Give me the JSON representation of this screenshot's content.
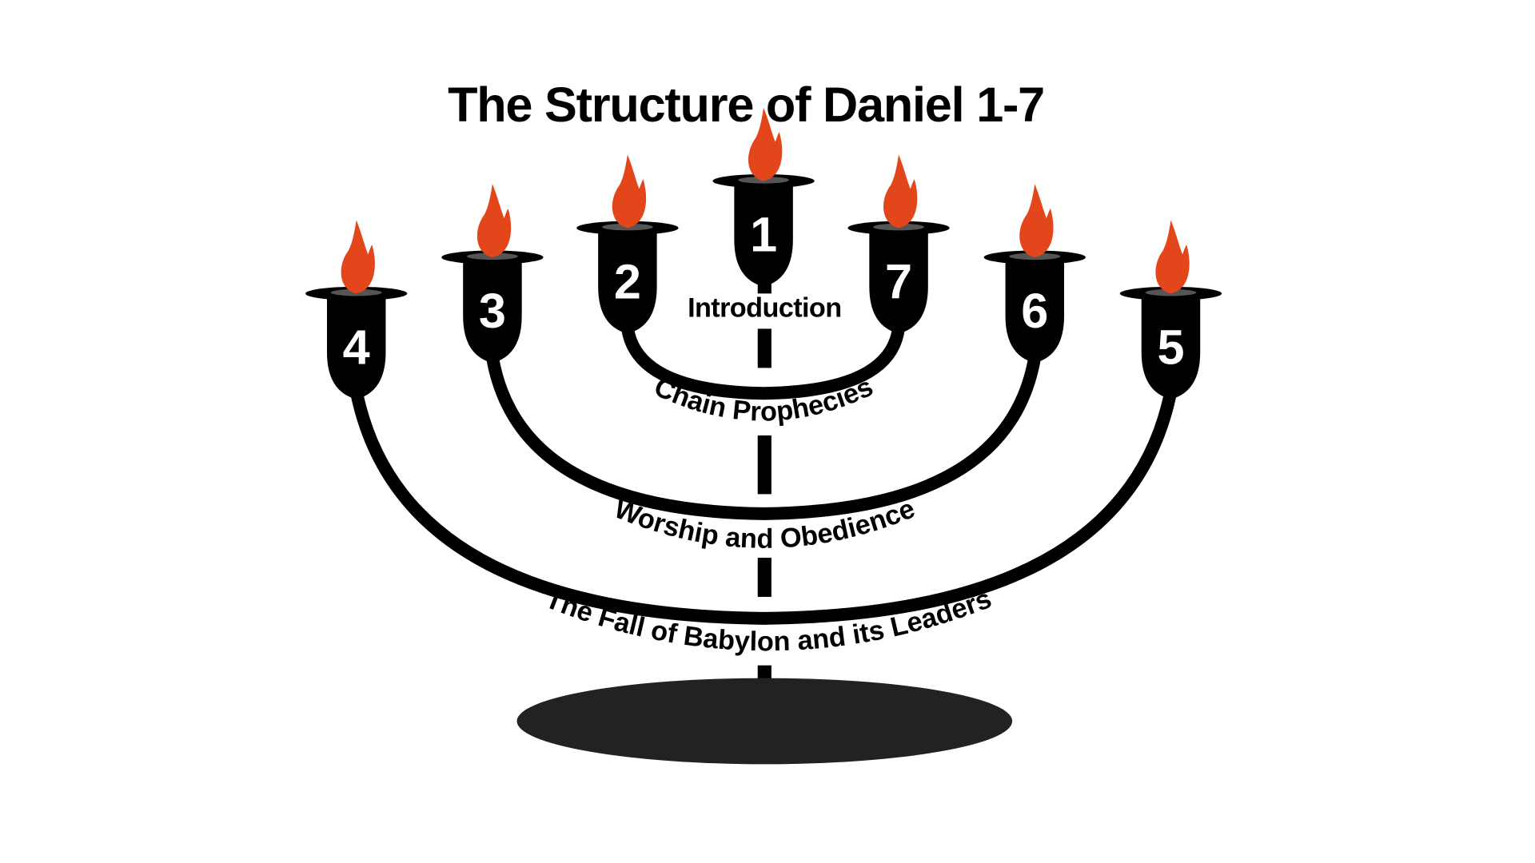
{
  "title": "The Structure of Daniel 1-7",
  "colors": {
    "flame": "#e2461a",
    "metal": "#000000",
    "rim_inner": "#555555",
    "background": "#ffffff"
  },
  "candles": [
    {
      "number": "4"
    },
    {
      "number": "3"
    },
    {
      "number": "2"
    },
    {
      "number": "1"
    },
    {
      "number": "7"
    },
    {
      "number": "6"
    },
    {
      "number": "5"
    }
  ],
  "labels": {
    "center": "Introduction",
    "inner_arc": "Chain Prophecies",
    "middle_arc": "Worship and Obedience",
    "outer_arc": "The Fall of Babylon and its Leaders"
  }
}
